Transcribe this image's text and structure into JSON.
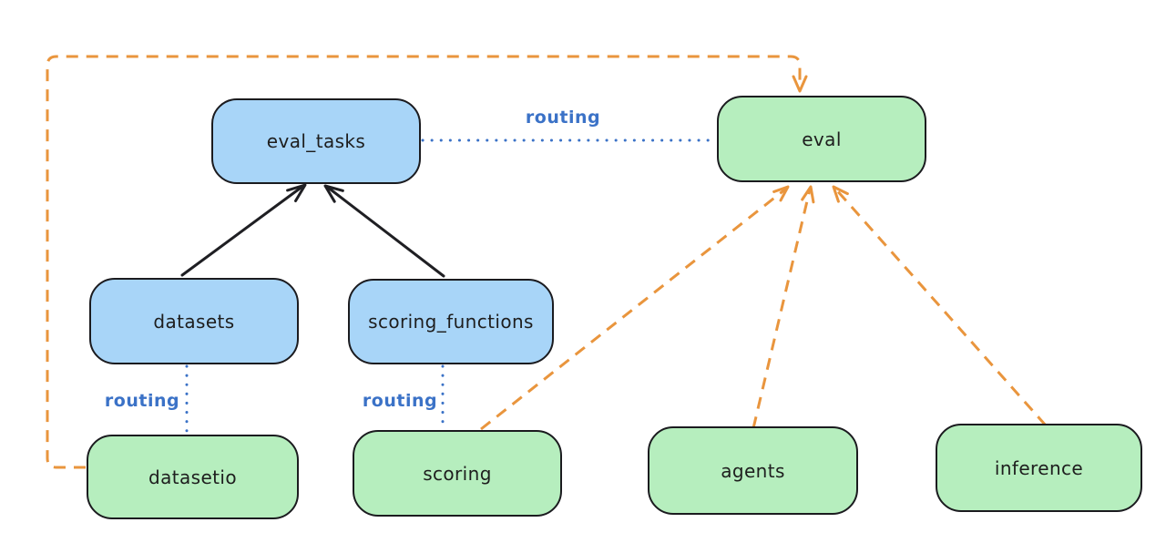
{
  "canvas": {
    "background": "#ffffff"
  },
  "colors": {
    "node_border": "#1b1b1f",
    "node_text": "#1e1e1e",
    "api_blue_fill": "#a8d5f8",
    "provider_green_fill": "#b6eebe",
    "solid_arrow_black": "#1f1f23",
    "dashed_arrow_orange": "#e9953d",
    "routing_blue": "#3b72c7"
  },
  "nodes": {
    "eval_tasks": {
      "label": "eval_tasks",
      "fill": "#a8d5f8"
    },
    "eval": {
      "label": "eval",
      "fill": "#b6eebe"
    },
    "datasets": {
      "label": "datasets",
      "fill": "#a8d5f8"
    },
    "scoring_functions": {
      "label": "scoring_functions",
      "fill": "#a8d5f8"
    },
    "datasetio": {
      "label": "datasetio",
      "fill": "#b6eebe"
    },
    "scoring": {
      "label": "scoring",
      "fill": "#b6eebe"
    },
    "agents": {
      "label": "agents",
      "fill": "#b6eebe"
    },
    "inference": {
      "label": "inference",
      "fill": "#b6eebe"
    }
  },
  "edge_labels": {
    "eval_tasks_to_eval": "routing",
    "datasets_to_datasetio": "routing",
    "scoring_functions_to_scoring": "routing"
  },
  "edges": [
    {
      "from": "datasets",
      "to": "eval_tasks",
      "style": "solid-black-arrow"
    },
    {
      "from": "scoring_functions",
      "to": "eval_tasks",
      "style": "solid-black-arrow"
    },
    {
      "from": "eval_tasks",
      "to": "eval",
      "style": "dotted-blue",
      "label": "routing"
    },
    {
      "from": "datasets",
      "to": "datasetio",
      "style": "dotted-blue",
      "label": "routing"
    },
    {
      "from": "scoring_functions",
      "to": "scoring",
      "style": "dotted-blue",
      "label": "routing"
    },
    {
      "from": "datasetio",
      "to": "eval",
      "style": "dashed-orange-arrow"
    },
    {
      "from": "scoring",
      "to": "eval",
      "style": "dashed-orange-arrow"
    },
    {
      "from": "agents",
      "to": "eval",
      "style": "dashed-orange-arrow"
    },
    {
      "from": "inference",
      "to": "eval",
      "style": "dashed-orange-arrow"
    }
  ]
}
